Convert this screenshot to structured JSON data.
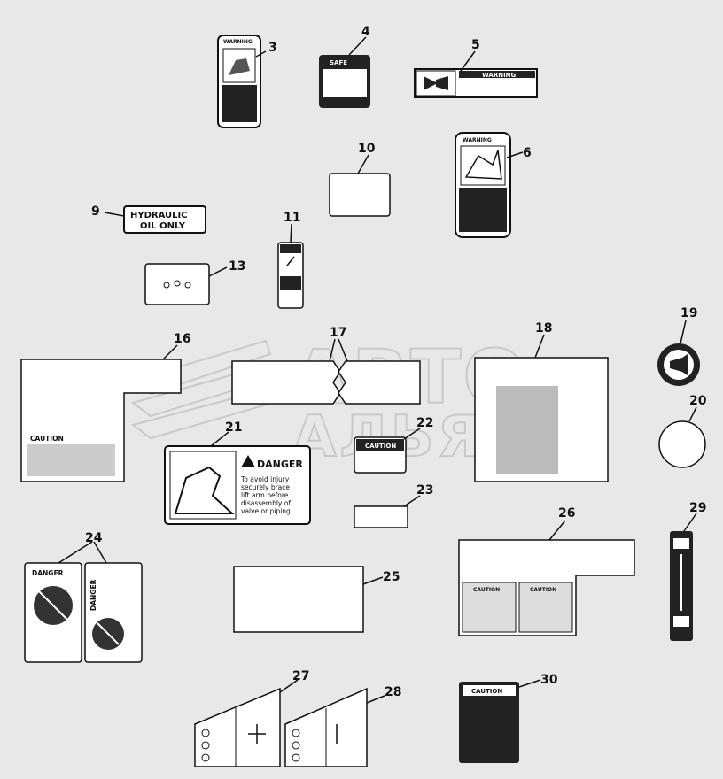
{
  "watermark": {
    "line1": "АВТО",
    "line2": "АЛЬЯНС"
  },
  "decals": [
    {
      "id": "3",
      "number": "3",
      "label": "WARNING"
    },
    {
      "id": "4",
      "number": "4",
      "label": "SAFE"
    },
    {
      "id": "5",
      "number": "5",
      "label": "WARNING"
    },
    {
      "id": "6",
      "number": "6",
      "label": "WARNING"
    },
    {
      "id": "9",
      "number": "9",
      "label": "HYDRAULIC",
      "label2": "OIL ONLY"
    },
    {
      "id": "10",
      "number": "10"
    },
    {
      "id": "11",
      "number": "11"
    },
    {
      "id": "13",
      "number": "13"
    },
    {
      "id": "16",
      "number": "16",
      "label": "CAUTION"
    },
    {
      "id": "17",
      "number": "17"
    },
    {
      "id": "18",
      "number": "18"
    },
    {
      "id": "19",
      "number": "19"
    },
    {
      "id": "20",
      "number": "20"
    },
    {
      "id": "21",
      "number": "21",
      "label": "DANGER",
      "text": [
        "To avoid injury",
        "securely brace",
        "lift arm before",
        "disassembly of",
        "valve or piping"
      ]
    },
    {
      "id": "22",
      "number": "22",
      "label": "CAUTION"
    },
    {
      "id": "23",
      "number": "23"
    },
    {
      "id": "24",
      "number": "24",
      "label": "DANGER",
      "label2": "DANGER"
    },
    {
      "id": "25",
      "number": "25"
    },
    {
      "id": "26",
      "number": "26",
      "label": "CAUTION",
      "label2": "CAUTION"
    },
    {
      "id": "27",
      "number": "27"
    },
    {
      "id": "28",
      "number": "28"
    },
    {
      "id": "29",
      "number": "29"
    },
    {
      "id": "30",
      "number": "30",
      "label": "CAUTION"
    }
  ],
  "colors": {
    "background": "#e8e8e8",
    "ink": "#111111",
    "decal_fill": "#ffffff",
    "watermark": "#c9c9c9"
  }
}
